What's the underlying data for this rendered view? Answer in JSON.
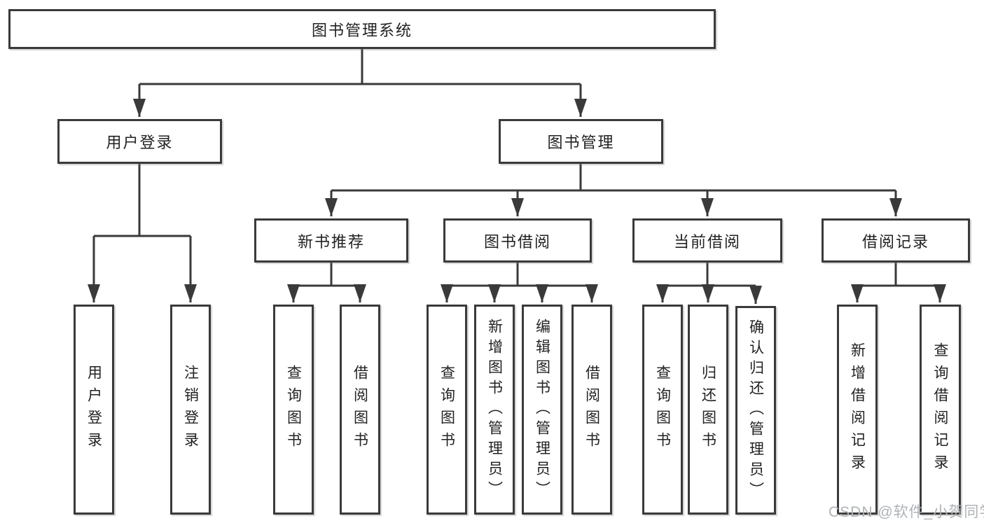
{
  "watermark": "CSDN @软件_小贺同学",
  "colors": {
    "line": "#3a3a3a",
    "box_border": "#3a3a3a",
    "box_fill": "#ffffff",
    "text": "#222222",
    "watermark": "#aeb2b6",
    "background": "#ffffff"
  },
  "root": {
    "label": "图书管理系统"
  },
  "branches": [
    {
      "label": "用户登录",
      "children": [
        {
          "label": "用户登录"
        },
        {
          "label": "注销登录"
        }
      ]
    },
    {
      "label": "图书管理",
      "children": [
        {
          "label": "新书推荐",
          "children": [
            {
              "label": "查询图书"
            },
            {
              "label": "借阅图书"
            }
          ]
        },
        {
          "label": "图书借阅",
          "children": [
            {
              "label": "查询图书"
            },
            {
              "label": "新增图书（管理员）"
            },
            {
              "label": "编辑图书（管理员）"
            },
            {
              "label": "借阅图书"
            }
          ]
        },
        {
          "label": "当前借阅",
          "children": [
            {
              "label": "查询图书"
            },
            {
              "label": "归还图书"
            },
            {
              "label": "确认归还（管理员）"
            }
          ]
        },
        {
          "label": "借阅记录",
          "children": [
            {
              "label": "新增借阅记录"
            },
            {
              "label": "查询借阅记录"
            }
          ]
        }
      ]
    }
  ]
}
